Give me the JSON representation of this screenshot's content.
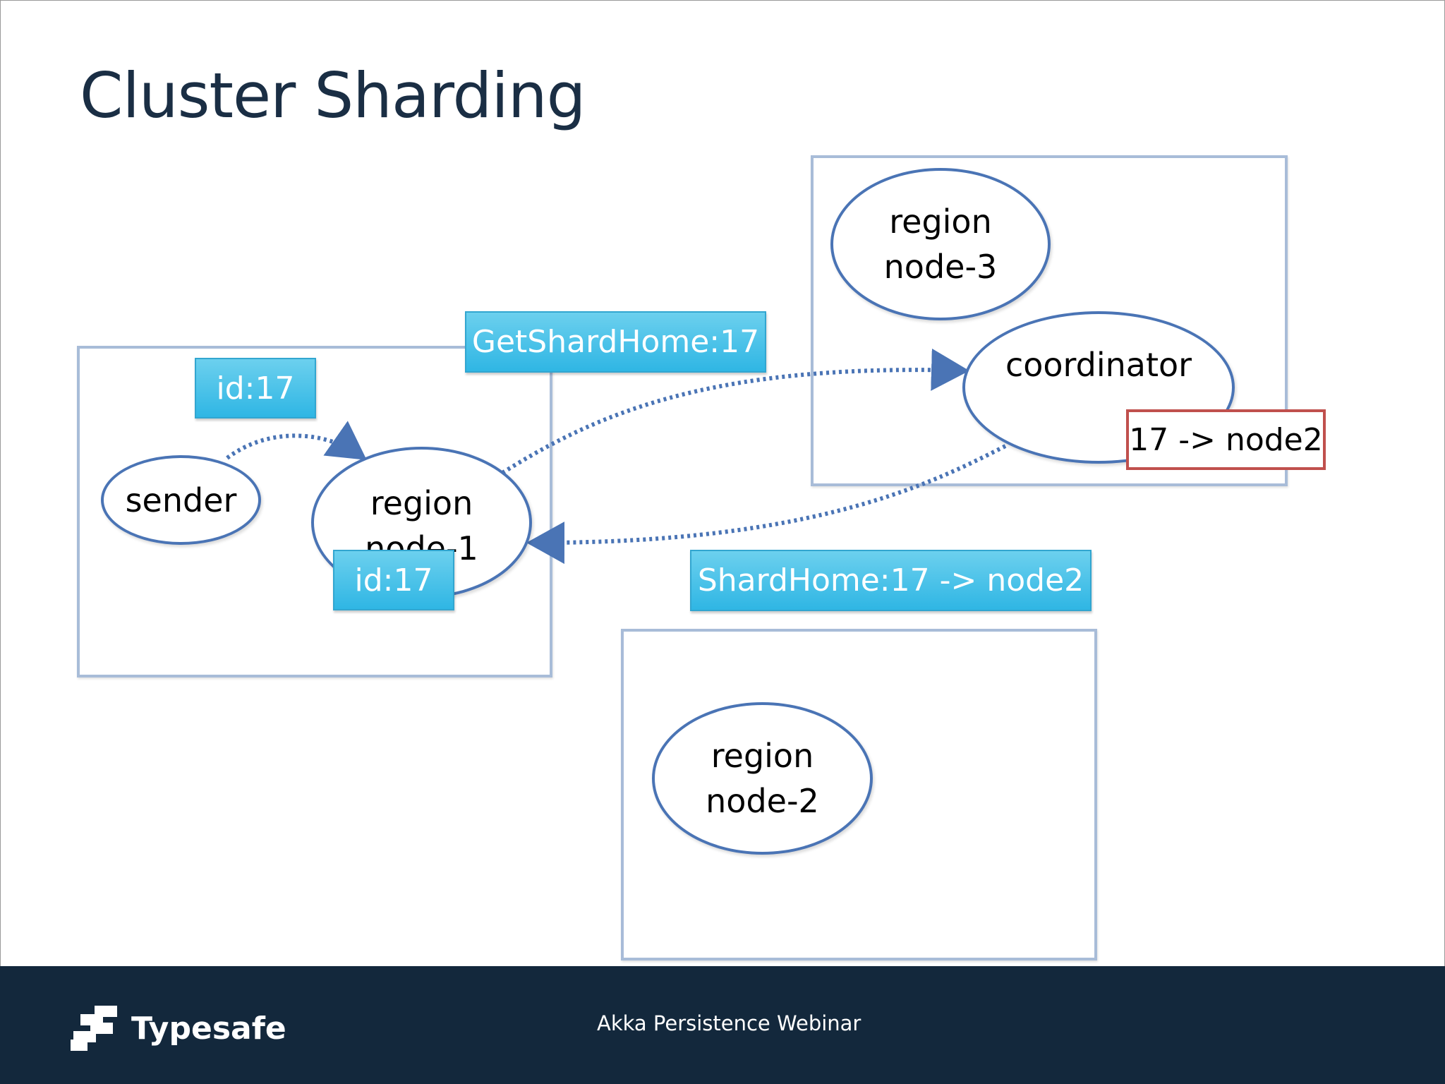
{
  "slide": {
    "title": "Cluster Sharding",
    "footer": {
      "brand": "Typesafe",
      "caption": "Akka Persistence Webinar"
    }
  },
  "nodes": {
    "node1": {
      "sender_label": "sender",
      "region_line1": "region",
      "region_line2": "node-1",
      "msg_top": "id:17",
      "msg_bottom": "id:17"
    },
    "node2": {
      "region_line1": "region",
      "region_line2": "node-2"
    },
    "node3": {
      "region_line1": "region",
      "region_line2": "node-3",
      "coordinator_label": "coordinator",
      "mapping": "17 -> node2"
    }
  },
  "messages": {
    "get_shard_home": "GetShardHome:17",
    "shard_home": "ShardHome:17 -> node2"
  },
  "colors": {
    "title": "#1a2e44",
    "box_border": "#a8bcd8",
    "ellipse_border": "#4a74b5",
    "message_fill": "#2fb6e4",
    "mapping_border": "#c0504d",
    "footer_bg": "#13283c",
    "arrow": "#4a74b5"
  },
  "icons": {
    "logo": "typesafe-logo-icon"
  }
}
